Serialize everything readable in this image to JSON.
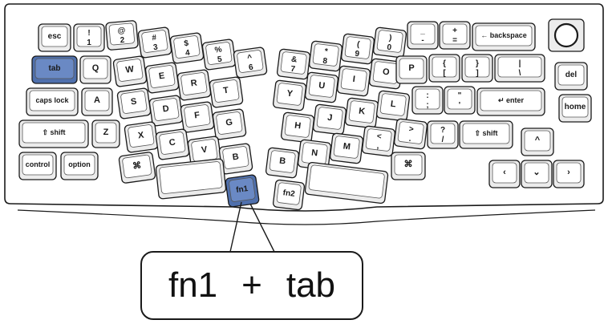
{
  "callout": {
    "key1": "fn1",
    "plus": "+",
    "key2": "tab"
  },
  "colors": {
    "highlight": "#6a89c4",
    "outline": "#1a1a1a",
    "key_face": "#ffffff",
    "key_base": "#ececec"
  },
  "keys": [
    {
      "id": "esc",
      "main": "esc"
    },
    {
      "id": "1",
      "top": "!",
      "bottom": "1"
    },
    {
      "id": "2",
      "top": "@",
      "bottom": "2"
    },
    {
      "id": "3",
      "top": "#",
      "bottom": "3"
    },
    {
      "id": "4",
      "top": "$",
      "bottom": "4"
    },
    {
      "id": "5",
      "top": "%",
      "bottom": "5"
    },
    {
      "id": "6",
      "top": "^",
      "bottom": "6"
    },
    {
      "id": "7",
      "top": "&",
      "bottom": "7"
    },
    {
      "id": "8",
      "top": "*",
      "bottom": "8"
    },
    {
      "id": "9",
      "top": "(",
      "bottom": "9"
    },
    {
      "id": "0",
      "top": ")",
      "bottom": "0"
    },
    {
      "id": "minus",
      "top": "_",
      "bottom": "-"
    },
    {
      "id": "equal",
      "top": "+",
      "bottom": "="
    },
    {
      "id": "backspace",
      "main": "← backspace"
    },
    {
      "id": "tab",
      "main": "tab",
      "highlight": true
    },
    {
      "id": "q",
      "main": "Q"
    },
    {
      "id": "w",
      "main": "W"
    },
    {
      "id": "e",
      "main": "E"
    },
    {
      "id": "r",
      "main": "R"
    },
    {
      "id": "t",
      "main": "T"
    },
    {
      "id": "y",
      "main": "Y"
    },
    {
      "id": "u",
      "main": "U"
    },
    {
      "id": "i",
      "main": "I"
    },
    {
      "id": "o",
      "main": "O"
    },
    {
      "id": "p",
      "main": "P"
    },
    {
      "id": "lbracket",
      "top": "{",
      "bottom": "["
    },
    {
      "id": "rbracket",
      "top": "}",
      "bottom": "]"
    },
    {
      "id": "backslash",
      "top": "|",
      "bottom": "\\"
    },
    {
      "id": "del",
      "main": "del"
    },
    {
      "id": "capslock",
      "main": "caps lock"
    },
    {
      "id": "a",
      "main": "A"
    },
    {
      "id": "s",
      "main": "S"
    },
    {
      "id": "d",
      "main": "D"
    },
    {
      "id": "f",
      "main": "F"
    },
    {
      "id": "g",
      "main": "G"
    },
    {
      "id": "h",
      "main": "H"
    },
    {
      "id": "j",
      "main": "J"
    },
    {
      "id": "k",
      "main": "K"
    },
    {
      "id": "l",
      "main": "L"
    },
    {
      "id": "semicolon",
      "top": ":",
      "bottom": ";"
    },
    {
      "id": "quote",
      "top": "\"",
      "bottom": "'"
    },
    {
      "id": "enter",
      "main": "↵ enter"
    },
    {
      "id": "home",
      "main": "home"
    },
    {
      "id": "lshift",
      "main": "⇧ shift"
    },
    {
      "id": "z",
      "main": "Z"
    },
    {
      "id": "x",
      "main": "X"
    },
    {
      "id": "c",
      "main": "C"
    },
    {
      "id": "v",
      "main": "V"
    },
    {
      "id": "b_left",
      "main": "B"
    },
    {
      "id": "b_right",
      "main": "B"
    },
    {
      "id": "n",
      "main": "N"
    },
    {
      "id": "m",
      "main": "M"
    },
    {
      "id": "comma",
      "top": "<",
      "bottom": ","
    },
    {
      "id": "period",
      "top": ">",
      "bottom": "."
    },
    {
      "id": "slash",
      "top": "?",
      "bottom": "/"
    },
    {
      "id": "rshift",
      "main": "⇧ shift"
    },
    {
      "id": "up",
      "main": "^"
    },
    {
      "id": "control",
      "main": "control"
    },
    {
      "id": "option",
      "main": "option"
    },
    {
      "id": "lcmd",
      "main": "⌘"
    },
    {
      "id": "lspace",
      "main": ""
    },
    {
      "id": "fn1",
      "main": "fn1",
      "highlight": true
    },
    {
      "id": "fn2",
      "main": "fn2"
    },
    {
      "id": "rspace",
      "main": ""
    },
    {
      "id": "rcmd",
      "main": "⌘"
    },
    {
      "id": "left",
      "main": "‹"
    },
    {
      "id": "down",
      "main": "⌄"
    },
    {
      "id": "right",
      "main": "›"
    },
    {
      "id": "knob",
      "main": ""
    }
  ]
}
